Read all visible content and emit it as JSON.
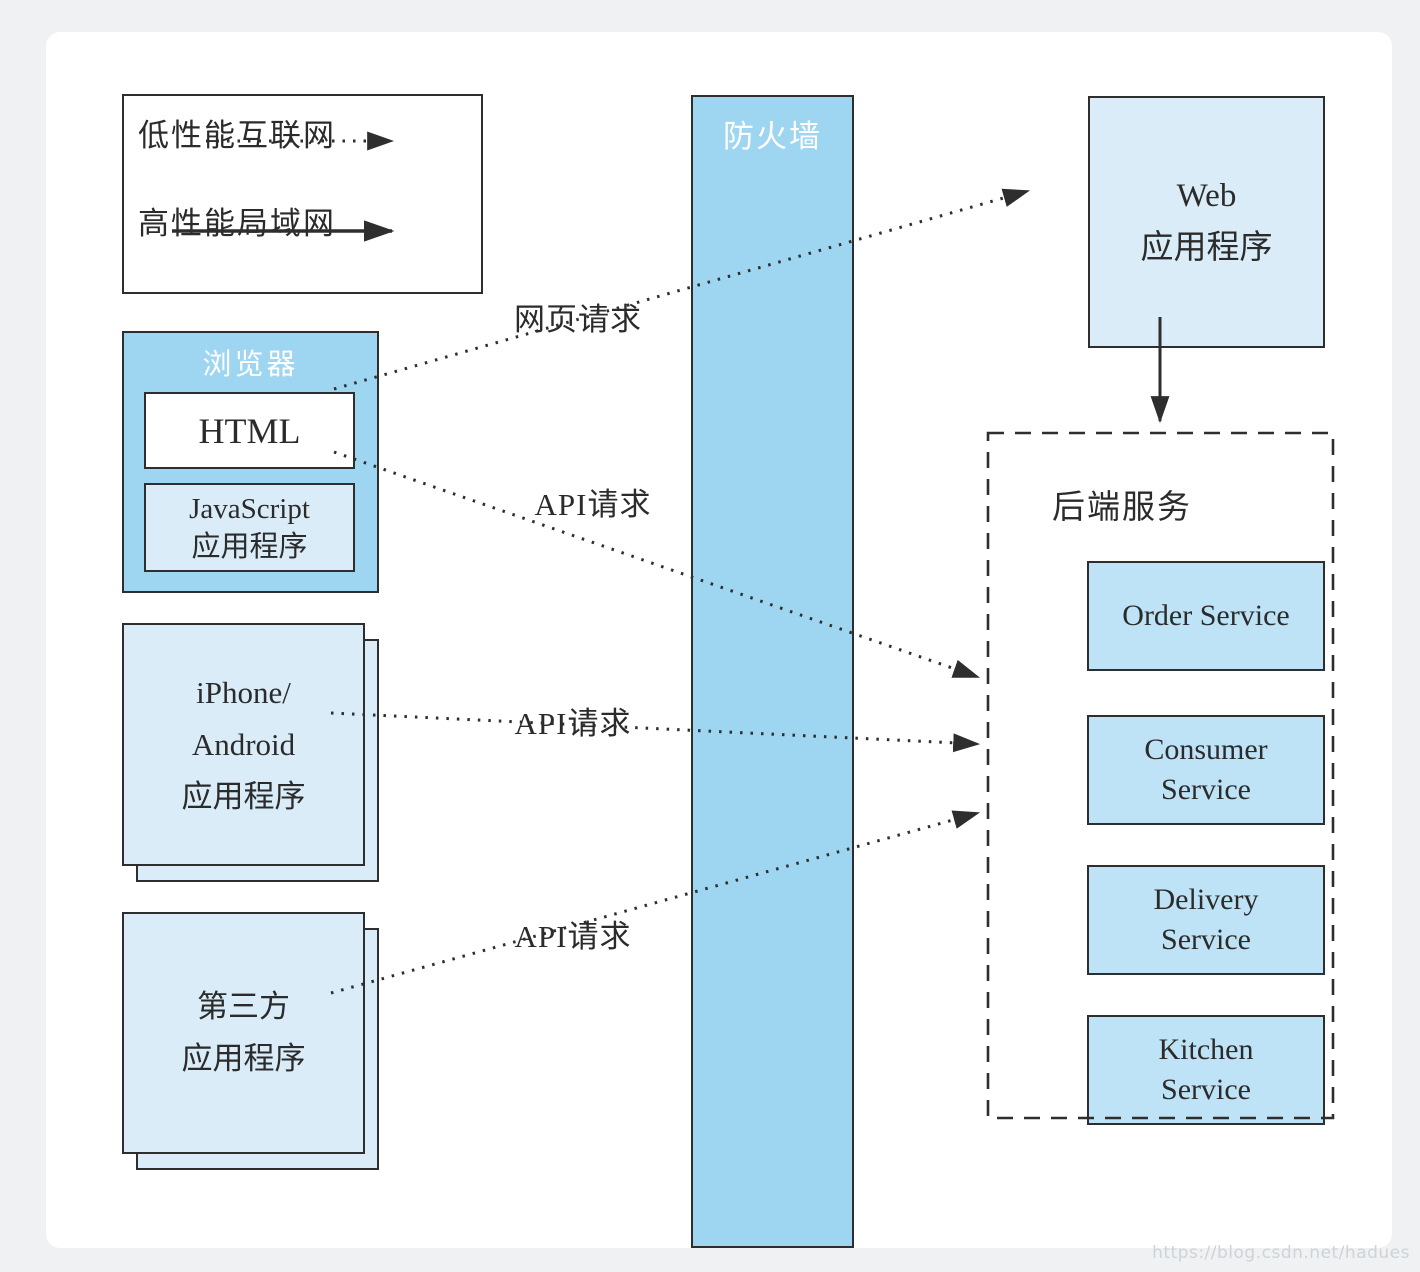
{
  "legend": {
    "low_perf_label": "低性能互联网",
    "high_perf_label": "高性能局域网"
  },
  "browser": {
    "title": "浏览器",
    "html_label": "HTML",
    "js_line1": "JavaScript",
    "js_line2": "应用程序"
  },
  "mobile_app": {
    "line1": "iPhone/",
    "line2": "Android",
    "line3": "应用程序"
  },
  "third_party_app": {
    "line1": "第三方",
    "line2": "应用程序"
  },
  "firewall": {
    "title": "防火墙"
  },
  "web_app": {
    "line1": "Web",
    "line2": "应用程序"
  },
  "backend": {
    "title": "后端服务",
    "services": [
      {
        "label": "Order Service"
      },
      {
        "label": "Consumer Service"
      },
      {
        "label": "Delivery Service"
      },
      {
        "label": "Kitchen Service"
      }
    ]
  },
  "arrow_labels": {
    "web_request": "网页请求",
    "api_request_1": "API请求",
    "api_request_2": "API请求",
    "api_request_3": "API请求"
  },
  "watermark": "https://blog.csdn.net/hadues",
  "colors": {
    "medium_blue": "#9ed5f0",
    "light_blue": "#d9ecf8",
    "service_blue": "#bee3f6",
    "line_dark": "#2e2e2e",
    "page_bg": "#eff1f2"
  }
}
